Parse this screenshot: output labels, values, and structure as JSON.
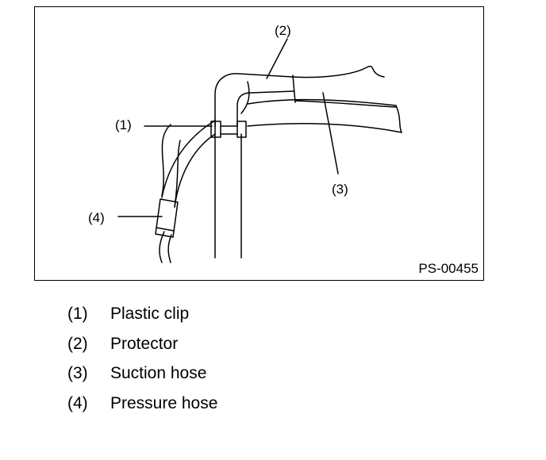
{
  "diagram": {
    "callouts": {
      "c1": "(1)",
      "c2": "(2)",
      "c3": "(3)",
      "c4": "(4)"
    },
    "figure_id": "PS-00455"
  },
  "legend": [
    {
      "num": "(1)",
      "label": "Plastic clip"
    },
    {
      "num": "(2)",
      "label": "Protector"
    },
    {
      "num": "(3)",
      "label": "Suction hose"
    },
    {
      "num": "(4)",
      "label": "Pressure hose"
    }
  ]
}
